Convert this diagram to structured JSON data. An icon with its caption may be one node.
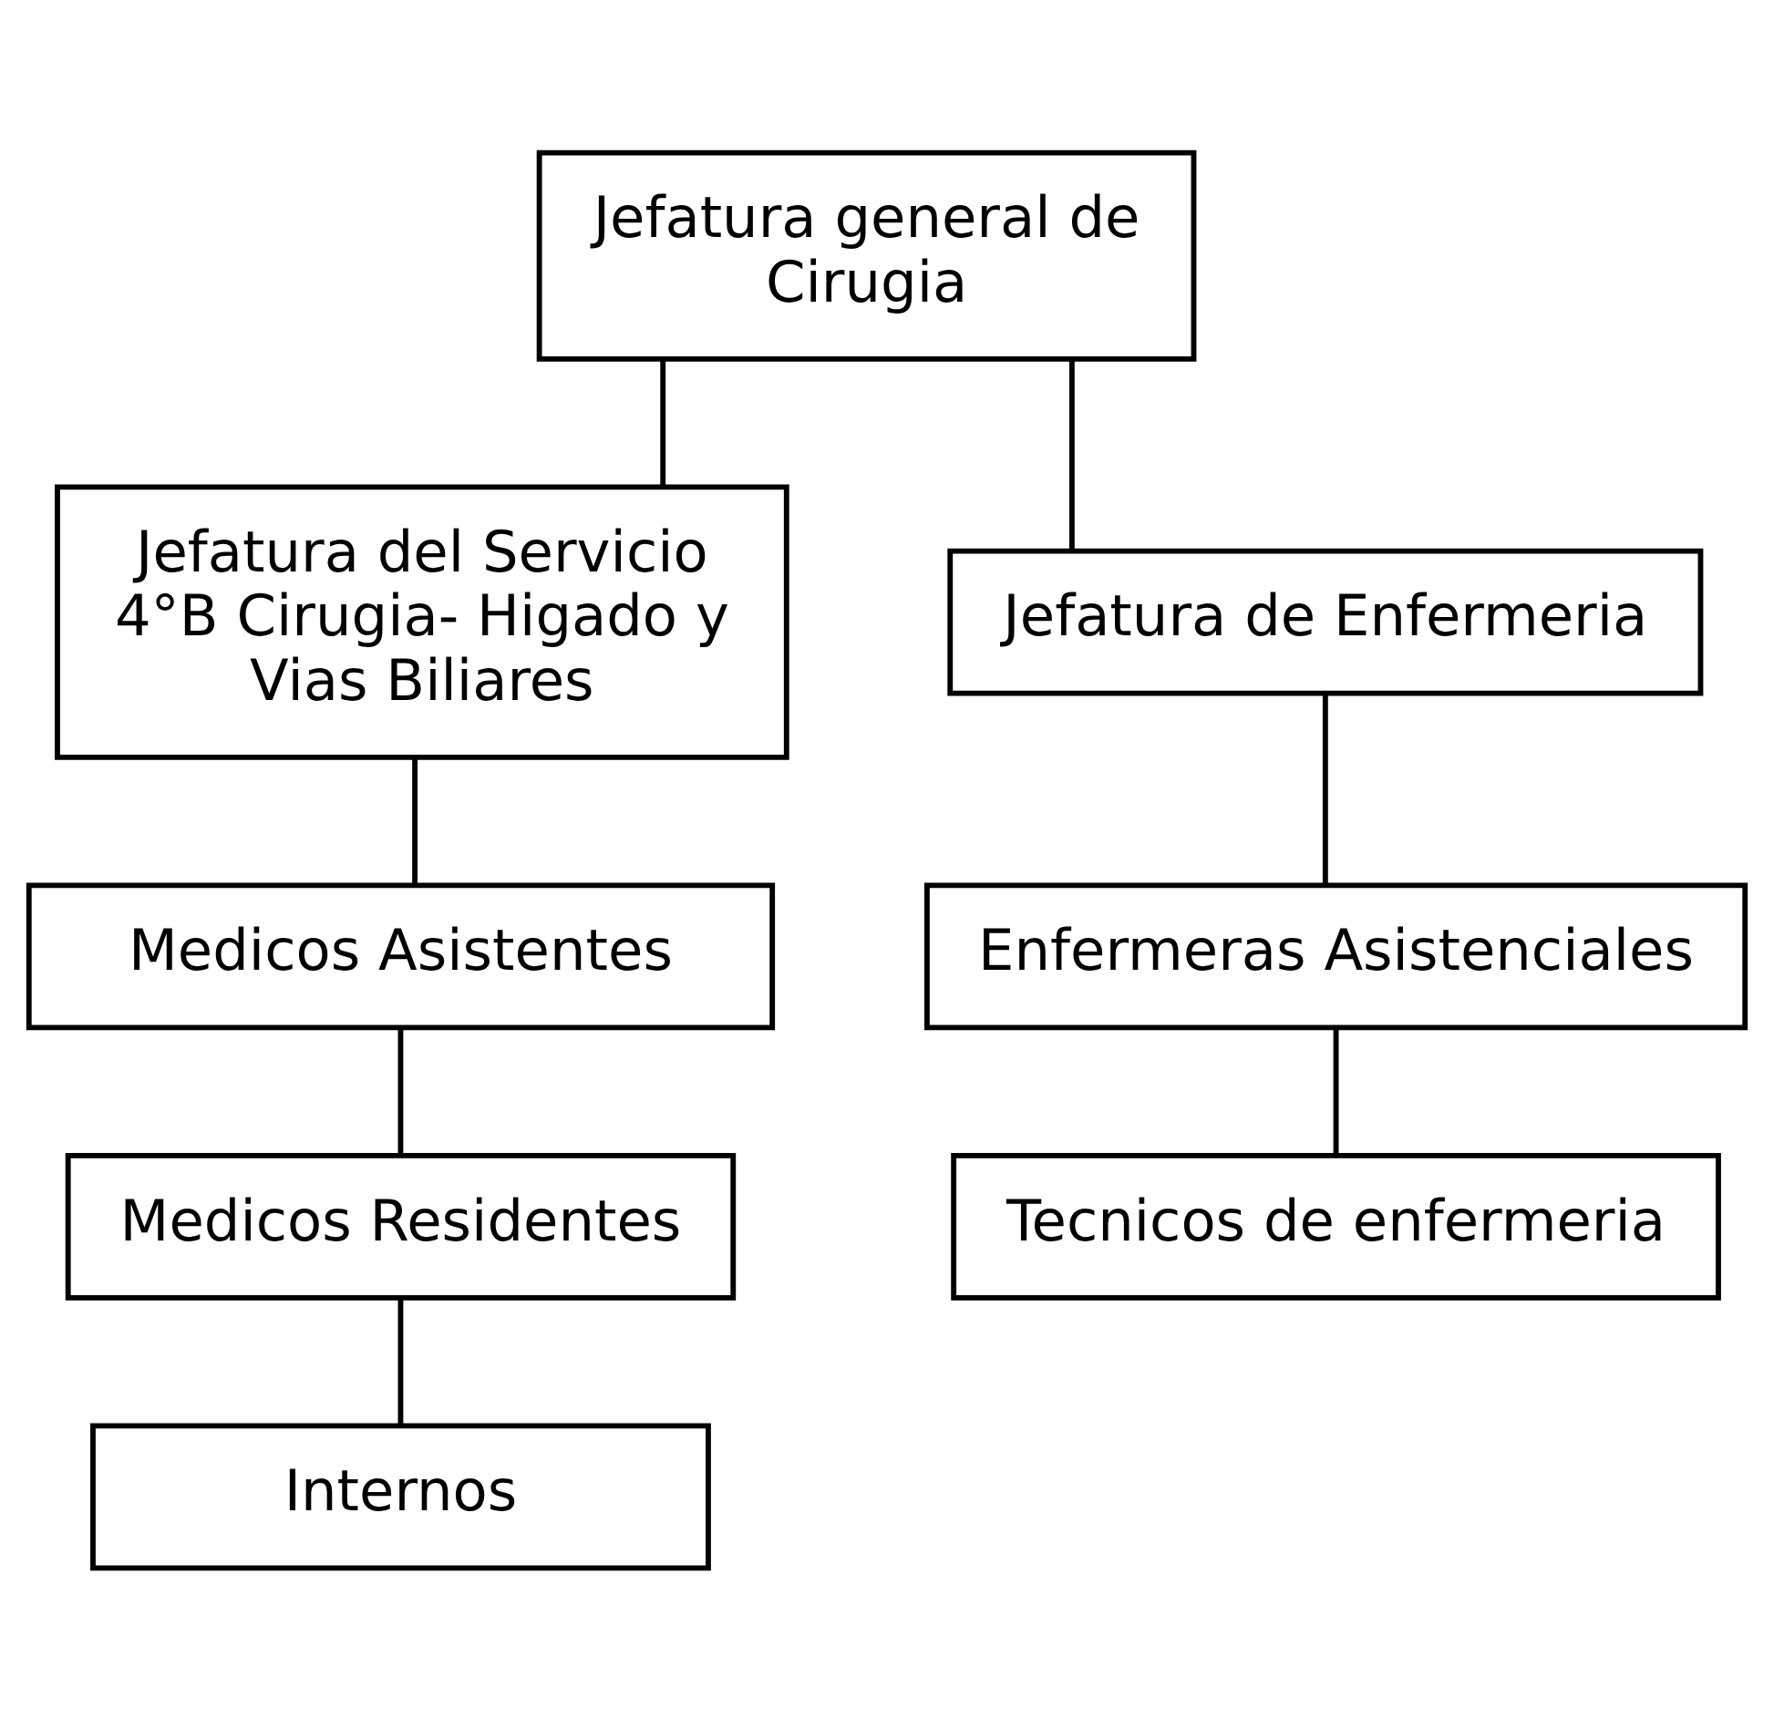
{
  "diagram": {
    "nodes": [
      {
        "text": [
          "Jefatura general de Cirugia"
        ]
      },
      {
        "text": [
          "Jefatura del Servicio 4°B Cirugia- Higado y Vias Biliares"
        ]
      },
      {
        "text": [
          "Jefatura de Enfermeria"
        ]
      },
      {
        "text": [
          "Medicos Asistentes"
        ]
      },
      {
        "text": [
          "Enfermeras Asistenciales"
        ]
      },
      {
        "text": [
          "Medicos Residentes"
        ]
      },
      {
        "text": [
          "Tecnicos de enfermeria"
        ]
      },
      {
        "text": [
          "Internos"
        ]
      }
    ],
    "edges": [
      {
        "from": 0,
        "to": 1,
        "arrow": "none"
      },
      {
        "from": 0,
        "to": 2,
        "arrow": "none"
      },
      {
        "from": 1,
        "to": 3,
        "arrow": "none"
      },
      {
        "from": 2,
        "to": 4,
        "arrow": "none"
      },
      {
        "from": 3,
        "to": 5,
        "arrow": "none"
      },
      {
        "from": 4,
        "to": 6,
        "arrow": "none"
      },
      {
        "from": 5,
        "to": 7,
        "arrow": "none"
      }
    ]
  }
}
